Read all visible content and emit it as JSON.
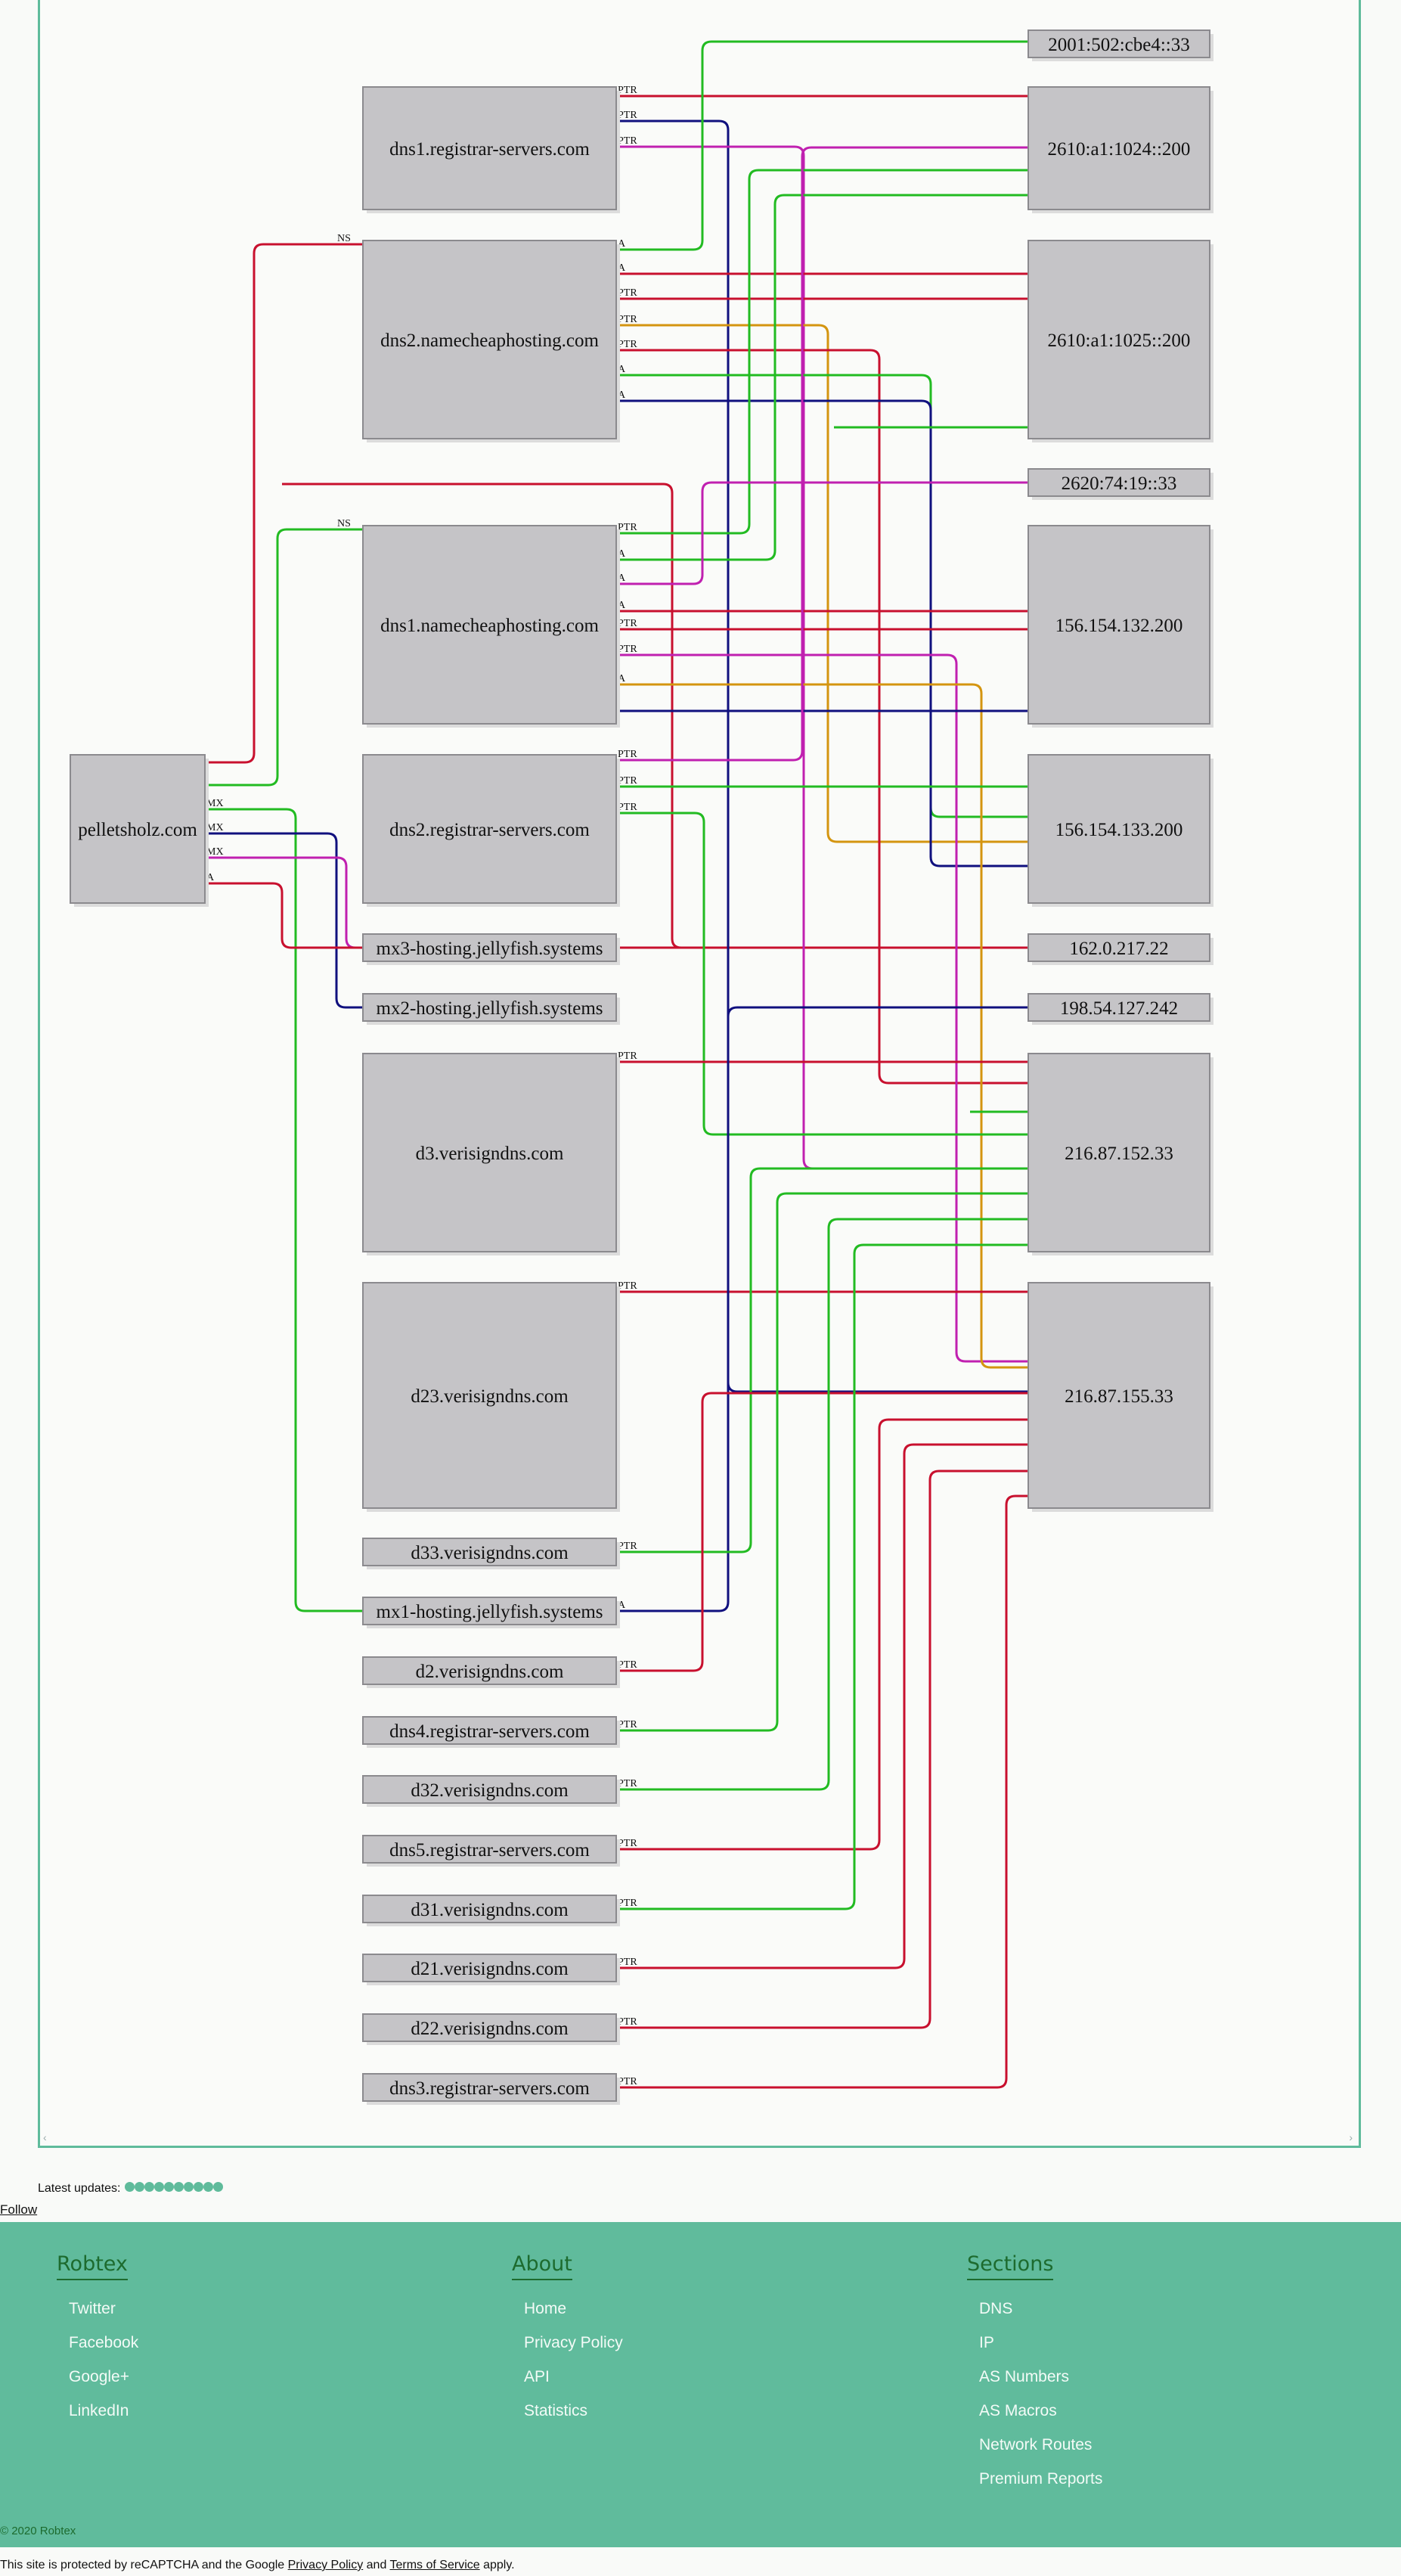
{
  "graph": {
    "nodes": {
      "pelletsholz": "pelletsholz.com",
      "dns1_registrar": "dns1.registrar-servers.com",
      "dns2_namecheap": "dns2.namecheaphosting.com",
      "dns1_namecheap": "dns1.namecheaphosting.com",
      "dns2_registrar": "dns2.registrar-servers.com",
      "mx3": "mx3-hosting.jellyfish.systems",
      "mx2": "mx2-hosting.jellyfish.systems",
      "d3": "d3.verisigndns.com",
      "d23": "d23.verisigndns.com",
      "d33": "d33.verisigndns.com",
      "mx1": "mx1-hosting.jellyfish.systems",
      "d2": "d2.verisigndns.com",
      "dns4_registrar": "dns4.registrar-servers.com",
      "d32": "d32.verisigndns.com",
      "dns5_registrar": "dns5.registrar-servers.com",
      "d31": "d31.verisigndns.com",
      "d21": "d21.verisigndns.com",
      "d22": "d22.verisigndns.com",
      "dns3_registrar": "dns3.registrar-servers.com",
      "ip_2001": "2001:502:cbe4::33",
      "ip_2610_1024": "2610:a1:1024::200",
      "ip_2610_1025": "2610:a1:1025::200",
      "ip_2620": "2620:74:19::33",
      "ip_156_132": "156.154.132.200",
      "ip_156_133": "156.154.133.200",
      "ip_162": "162.0.217.22",
      "ip_198": "198.54.127.242",
      "ip_216_152": "216.87.152.33",
      "ip_216_155": "216.87.155.33"
    },
    "edge_labels": {
      "ns": "NS",
      "mx": "MX",
      "a": "A",
      "ptr": "PTR"
    },
    "colors": {
      "red": "#c8102e",
      "green": "#22bb22",
      "blue": "#10107e",
      "magenta": "#c020b0",
      "orange": "#d49510"
    }
  },
  "updates": {
    "label": "Latest updates:",
    "dot_count": 10
  },
  "follow_label": "Follow",
  "footer": {
    "robtex": {
      "heading": "Robtex",
      "links": [
        "Twitter",
        "Facebook",
        "Google+",
        "LinkedIn"
      ]
    },
    "about": {
      "heading": "About",
      "links": [
        "Home",
        "Privacy Policy",
        "API",
        "Statistics"
      ]
    },
    "sections": {
      "heading": "Sections",
      "links": [
        "DNS",
        "IP",
        "AS Numbers",
        "AS Macros",
        "Network Routes",
        "Premium Reports"
      ]
    },
    "copyright": "© 2020 Robtex"
  },
  "recaptcha": {
    "prefix": "This site is protected by reCAPTCHA and the Google ",
    "privacy": "Privacy Policy",
    "and": " and ",
    "terms": "Terms of Service",
    "suffix": " apply."
  }
}
